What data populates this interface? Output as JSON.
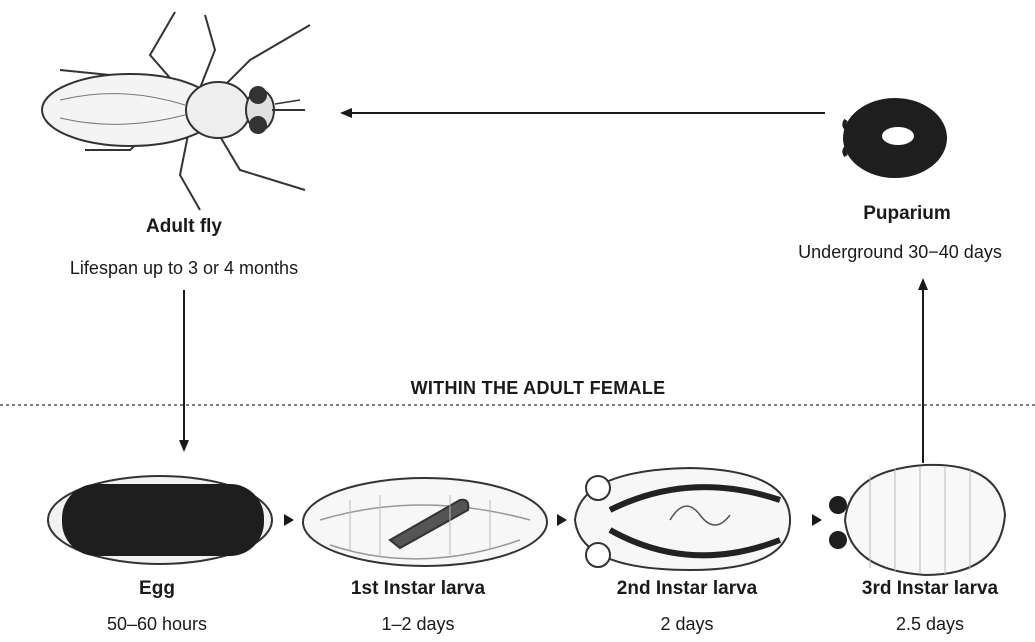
{
  "stages": {
    "adult": {
      "name": "Adult fly",
      "duration": "Lifespan up to 3 or 4 months"
    },
    "puparium": {
      "name": "Puparium",
      "duration": "Underground 30−40 days"
    },
    "egg": {
      "name": "Egg",
      "duration": "50–60 hours"
    },
    "larva1": {
      "name": "1st Instar larva",
      "duration": "1–2 days"
    },
    "larva2": {
      "name": "2nd Instar larva",
      "duration": "2 days"
    },
    "larva3": {
      "name": "3rd Instar larva",
      "duration": "2.5 days"
    }
  },
  "zone_label": "WITHIN THE ADULT FEMALE",
  "colors": {
    "ink": "#1a1a1a",
    "line": "#333333",
    "fill_dark": "#1e1e1e"
  }
}
